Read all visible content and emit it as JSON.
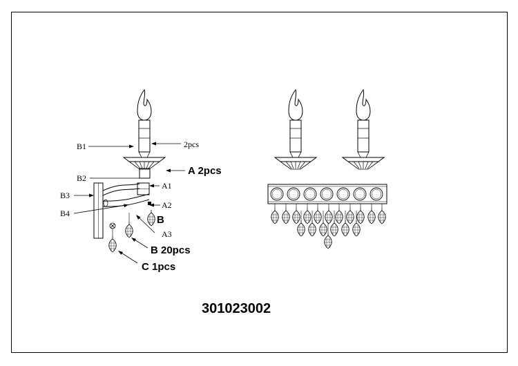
{
  "drawing": {
    "model_number": "301023002",
    "labels": {
      "b1": "B1",
      "b1_qty": "2pcs",
      "b2": "B2",
      "b3": "B3",
      "b4": "B4",
      "a1": "A1",
      "a2": "A2",
      "a3": "A3",
      "a_qty": "A 2pcs",
      "b": "B",
      "b_qty": "B 20pcs",
      "c_qty": "C 1pcs"
    }
  }
}
